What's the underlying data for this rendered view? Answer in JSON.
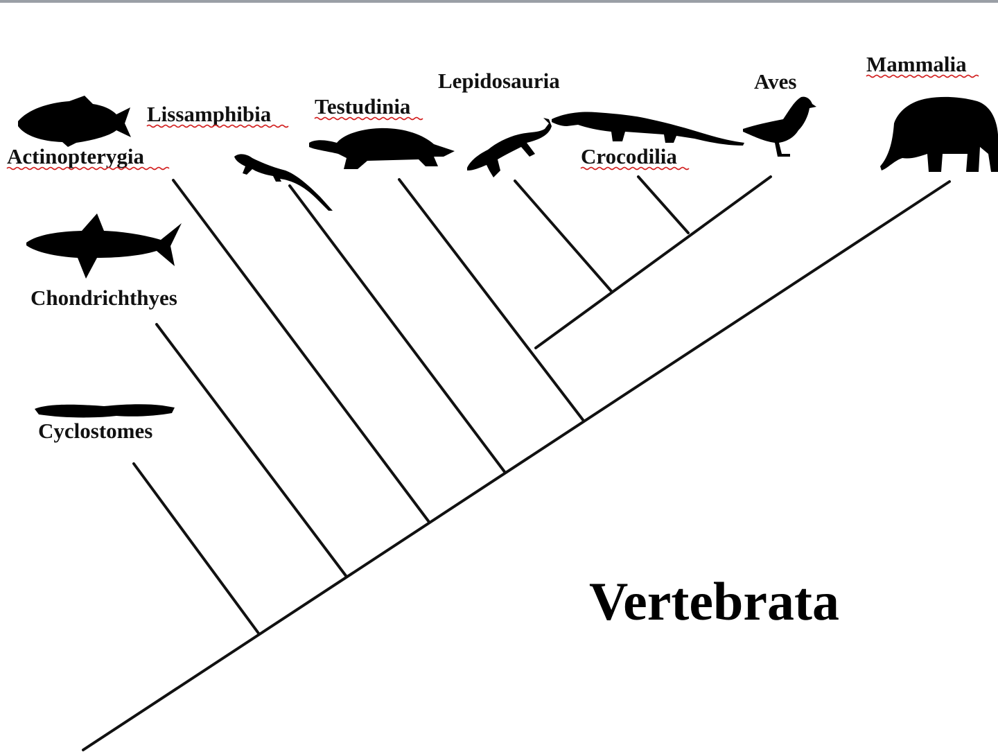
{
  "diagram": {
    "title": "Vertebrata",
    "taxa": [
      {
        "id": "cyclostomes",
        "label": "Cyclostomes",
        "icon": "lamprey-icon",
        "spellcheck": false
      },
      {
        "id": "chondrichthyes",
        "label": "Chondrichthyes",
        "icon": "shark-icon",
        "spellcheck": false
      },
      {
        "id": "actinopterygia",
        "label": "Actinopterygia",
        "icon": "fish-icon",
        "spellcheck": true
      },
      {
        "id": "lissamphibia",
        "label": "Lissamphibia",
        "icon": "salamander-icon",
        "spellcheck": true
      },
      {
        "id": "testudinia",
        "label": "Testudinia",
        "icon": "turtle-icon",
        "spellcheck": true
      },
      {
        "id": "lepidosauria",
        "label": "Lepidosauria",
        "icon": "lizard-icon",
        "spellcheck": false
      },
      {
        "id": "crocodilia",
        "label": "Crocodilia",
        "icon": "crocodile-icon",
        "spellcheck": true
      },
      {
        "id": "aves",
        "label": "Aves",
        "icon": "bird-icon",
        "spellcheck": false
      },
      {
        "id": "mammalia",
        "label": "Mammalia",
        "icon": "elephant-icon",
        "spellcheck": true
      }
    ],
    "colors": {
      "line": "#111111",
      "silhouette": "#000000",
      "spellcheck_underline": "#d21e1e"
    }
  }
}
